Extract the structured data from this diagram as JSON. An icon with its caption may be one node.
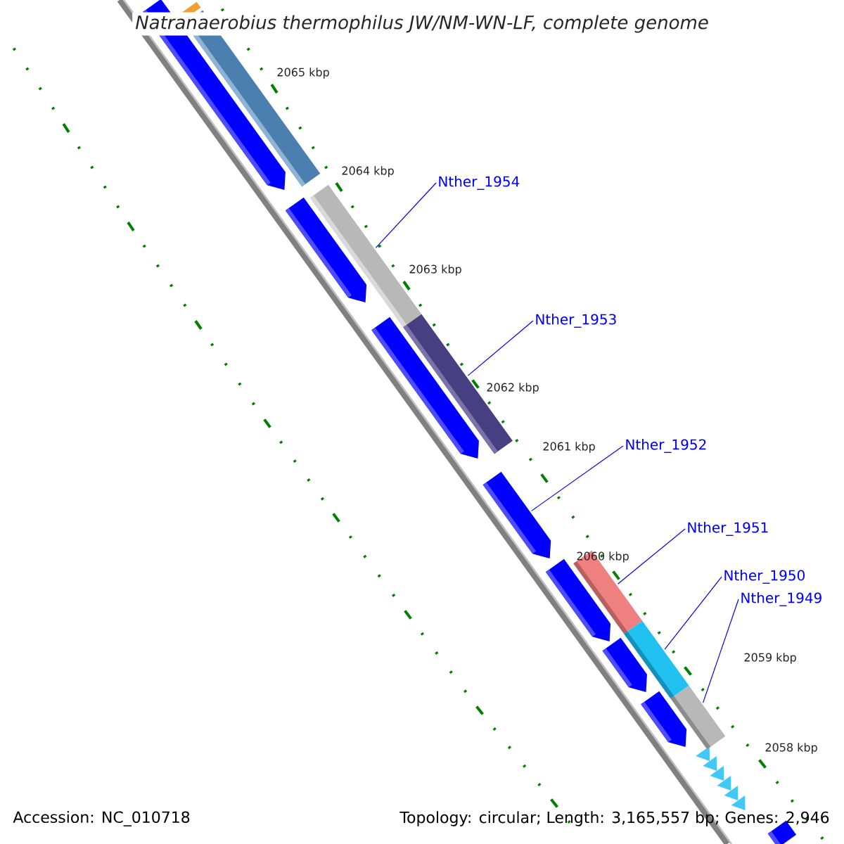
{
  "diagram": {
    "title": "Natranaerobius thermophilus JW/NM-WN-LF, complete genome",
    "nodes": [
      {
        "text": [
          "Nther_1954"
        ]
      },
      {
        "text": [
          "Nther_1953"
        ]
      },
      {
        "text": [
          "Nther_1952"
        ]
      },
      {
        "text": [
          "Nther_1951"
        ]
      },
      {
        "text": [
          "Nther_1950"
        ]
      },
      {
        "text": [
          "Nther_1949"
        ]
      },
      {
        "text": [],
        "shape": "bar"
      },
      {
        "text": [],
        "shape": "bar"
      },
      {
        "text": [],
        "shape": "pentagon"
      },
      {
        "text": [],
        "shape": "bar"
      },
      {
        "text": [],
        "shape": "bar"
      },
      {
        "text": [],
        "shape": "bar"
      }
    ],
    "edges": [
      {
        "from": 0,
        "to": 6,
        "arrow": "none"
      },
      {
        "from": 1,
        "to": 7,
        "arrow": "none"
      },
      {
        "from": 2,
        "to": 8,
        "arrow": "none"
      },
      {
        "from": 3,
        "to": 9,
        "arrow": "none"
      },
      {
        "from": 4,
        "to": 10,
        "arrow": "none"
      },
      {
        "from": 5,
        "to": 11,
        "arrow": "none"
      }
    ],
    "labels": [
      "2065 kbp",
      "2064 kbp",
      "2063 kbp",
      "2062 kbp",
      "2061 kbp",
      "2060 kbp",
      "2059 kbp",
      "2058 kbp",
      "Accession: NC_010718",
      "Topology: circular; Length: 3,165,557 bp; Genes: 2,946"
    ]
  }
}
